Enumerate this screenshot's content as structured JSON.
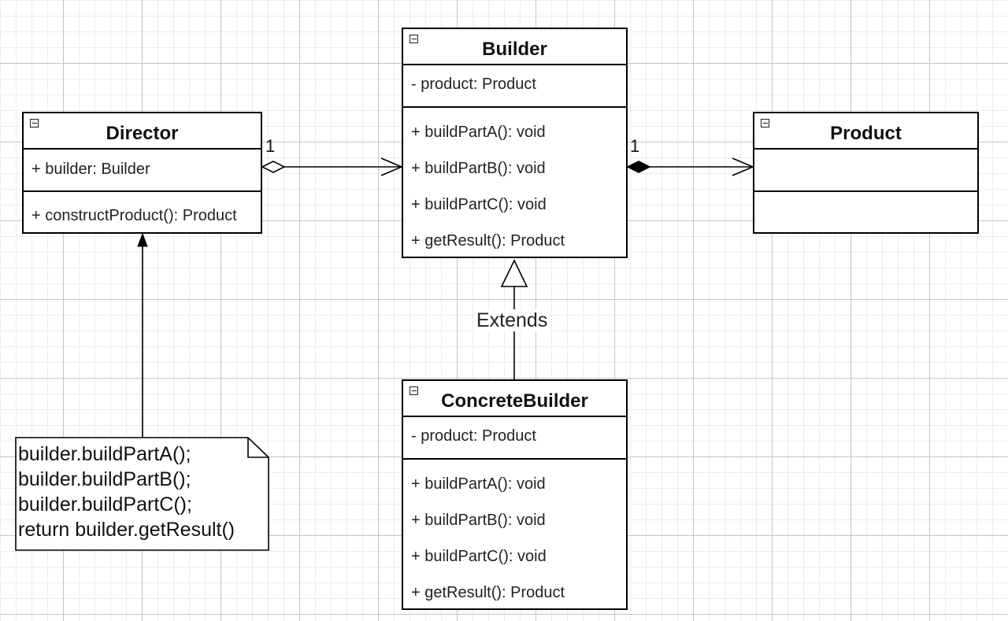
{
  "classes": {
    "builder": {
      "name": "Builder",
      "attributes": [
        "- product: Product"
      ],
      "methods": [
        "+ buildPartA(): void",
        "+ buildPartB(): void",
        "+ buildPartC(): void",
        "+ getResult(): Product"
      ]
    },
    "director": {
      "name": "Director",
      "attributes": [
        "+ builder: Builder"
      ],
      "methods": [
        "+ constructProduct(): Product"
      ]
    },
    "product": {
      "name": "Product",
      "attributes": [],
      "methods": []
    },
    "concrete_builder": {
      "name": "ConcreteBuilder",
      "attributes": [
        "- product: Product"
      ],
      "methods": [
        "+ buildPartA(): void",
        "+ buildPartB(): void",
        "+ buildPartC(): void",
        "+ getResult(): Product"
      ]
    }
  },
  "note": {
    "lines": [
      "builder.buildPartA();",
      "builder.buildPartB();",
      "builder.buildPartC();",
      "return builder.getResult()"
    ]
  },
  "relations": {
    "director_builder": {
      "type": "aggregation",
      "multiplicity": "1"
    },
    "builder_product": {
      "type": "composition",
      "multiplicity": "1"
    },
    "concrete_extends": {
      "type": "generalization",
      "label": "Extends"
    },
    "note_link": {
      "type": "association"
    }
  }
}
